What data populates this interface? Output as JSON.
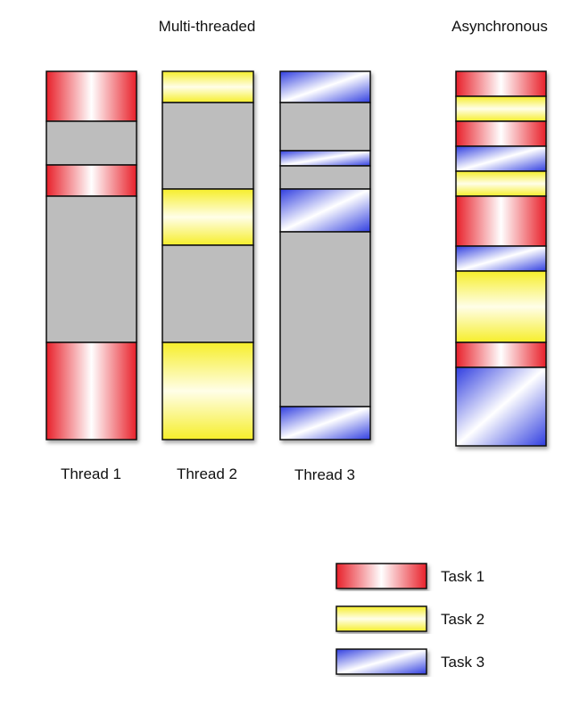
{
  "headings": {
    "multi_threaded": "Multi-threaded",
    "asynchronous": "Asynchronous"
  },
  "columns": [
    {
      "label": "Thread 1",
      "blocks": [
        {
          "task": "task1",
          "start": 0,
          "end": 56
        },
        {
          "task": "idle",
          "start": 56,
          "end": 105
        },
        {
          "task": "task1",
          "start": 105,
          "end": 140
        },
        {
          "task": "idle",
          "start": 140,
          "end": 304
        },
        {
          "task": "task1",
          "start": 304,
          "end": 413
        }
      ]
    },
    {
      "label": "Thread 2",
      "blocks": [
        {
          "task": "task2",
          "start": 0,
          "end": 35
        },
        {
          "task": "idle",
          "start": 35,
          "end": 132
        },
        {
          "task": "task2",
          "start": 132,
          "end": 195
        },
        {
          "task": "idle",
          "start": 195,
          "end": 304
        },
        {
          "task": "task2",
          "start": 304,
          "end": 413
        }
      ]
    },
    {
      "label": "Thread 3",
      "blocks": [
        {
          "task": "task3",
          "start": 0,
          "end": 35
        },
        {
          "task": "idle",
          "start": 35,
          "end": 89
        },
        {
          "task": "task3",
          "start": 89,
          "end": 106
        },
        {
          "task": "idle",
          "start": 106,
          "end": 132
        },
        {
          "task": "task3",
          "start": 132,
          "end": 180
        },
        {
          "task": "idle",
          "start": 180,
          "end": 376
        },
        {
          "task": "task3",
          "start": 376,
          "end": 413
        }
      ]
    },
    {
      "label": "",
      "blocks": [
        {
          "task": "task1",
          "start": 0,
          "end": 28
        },
        {
          "task": "task2",
          "start": 28,
          "end": 56
        },
        {
          "task": "task1",
          "start": 56,
          "end": 84
        },
        {
          "task": "task3",
          "start": 84,
          "end": 112
        },
        {
          "task": "task2",
          "start": 112,
          "end": 140
        },
        {
          "task": "task1",
          "start": 140,
          "end": 196
        },
        {
          "task": "task3",
          "start": 196,
          "end": 224
        },
        {
          "task": "task2",
          "start": 224,
          "end": 304
        },
        {
          "task": "task1",
          "start": 304,
          "end": 332
        },
        {
          "task": "task3",
          "start": 332,
          "end": 420
        }
      ]
    }
  ],
  "legend": [
    {
      "task": "task1",
      "label": "Task 1"
    },
    {
      "task": "task2",
      "label": "Task 2"
    },
    {
      "task": "task3",
      "label": "Task 3"
    }
  ],
  "colors": {
    "task1": "#e8202a",
    "task2": "#f6ee2a",
    "task3": "#2f3de0",
    "idle": "#bdbdbd",
    "outline": "#111111"
  }
}
